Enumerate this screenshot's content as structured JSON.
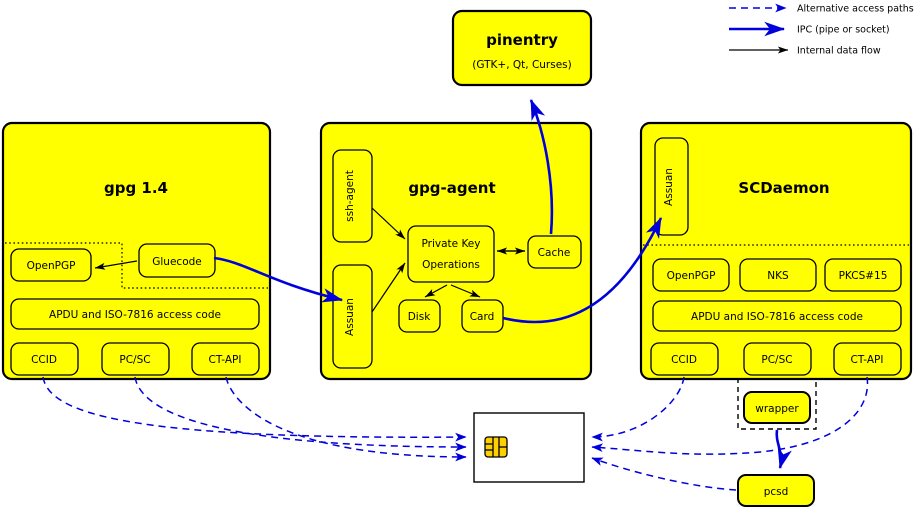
{
  "legend": {
    "items": [
      {
        "id": "alt-paths",
        "label": "Alternative access paths",
        "style": "dashed-blue",
        "color": "#0000dd"
      },
      {
        "id": "ipc",
        "label": "IPC (pipe or socket)",
        "style": "solid-blue-thick",
        "color": "#0000dd"
      },
      {
        "id": "internal",
        "label": "Internal data flow",
        "style": "solid-black-thin",
        "color": "#000000"
      }
    ]
  },
  "nodes": {
    "pinentry": {
      "title": "pinentry",
      "subtitle": "(GTK+, Qt, Curses)"
    },
    "gpg": {
      "title": "gpg 1.4",
      "openpgp": "OpenPGP",
      "gluecode": "Gluecode",
      "apdu": "APDU and ISO-7816 access code",
      "drivers": [
        "CCID",
        "PC/SC",
        "CT-API"
      ]
    },
    "gpgagent": {
      "title": "gpg-agent",
      "ssh_agent": "ssh-agent",
      "assuan": "Assuan",
      "private_key_line1": "Private Key",
      "private_key_line2": "Operations",
      "cache": "Cache",
      "disk": "Disk",
      "card": "Card"
    },
    "scdaemon": {
      "title": "SCDaemon",
      "assuan": "Assuan",
      "apps": [
        "OpenPGP",
        "NKS",
        "PKCS#15"
      ],
      "apdu": "APDU and ISO-7816 access code",
      "drivers": [
        "CCID",
        "PC/SC",
        "CT-API"
      ]
    },
    "wrapper": {
      "label": "wrapper"
    },
    "pcsd": {
      "label": "pcsd"
    },
    "smartcard": {
      "label": "smartcard"
    }
  },
  "colors": {
    "box_fill": "#ffff00",
    "box_stroke": "#000000",
    "ipc_blue": "#0000dd",
    "alt_blue": "#0000dd",
    "card_fill": "#ffffff"
  }
}
